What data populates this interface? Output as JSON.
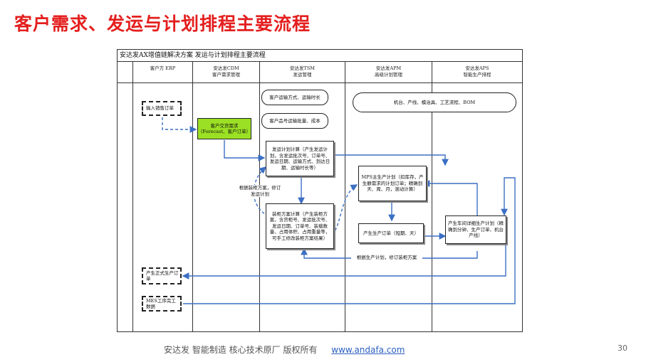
{
  "title": "客户需求、发运与计划排程主要流程",
  "diagram": {
    "frame_title": "安达发AX增值链解决方案  发运与计划排程主要流程",
    "lanes": [
      {
        "name": "客户方 ERP",
        "sub": ""
      },
      {
        "name": "安达发CDM",
        "sub": "客户需求管理"
      },
      {
        "name": "安达发TSM",
        "sub": "发运管理"
      },
      {
        "name": "安达发APM",
        "sub": "高级计划管理"
      },
      {
        "name": "安达发APS",
        "sub": "智能生产排程"
      }
    ],
    "nodes": {
      "sales_order": "输入销售订单",
      "customer_demand": "客户交货需求（Forecast、客户订单）",
      "transport_mode": "客户运输方式、运输时长",
      "product_qty": "客户品号运输批量、成本",
      "master_data": "机台、产线、模治具、工艺流程、BOM",
      "shipping_plan": "发运计划计算（产生发运计划，含发运批次号、订单号、发运日期、运输方式、到达日期、运输时长等）",
      "loading_plan": "装柜方案计算（产生装柜方案，含货柜号、发运批次号、发运日期、订单号、装载数量、占用体积、占用重量等，可手工修改装柜方案结果）",
      "mps": "MPS主生产计划（扣库存，产生静需求的计划订单；精确到天、周、月，滚动计算）",
      "prod_order": "产生生产订单（短期、天）",
      "aps_plan": "产生车间详细生产计划（精确到分钟、生产订单、机台产线）",
      "formal_order": "产生正式生产订单",
      "mes_data": "MES工序完工数据"
    },
    "edge_labels": {
      "adjust_loading": "根据装柜方案，修订发运计划",
      "adjust_by_plan": "根据生产计划，修订装柜方案"
    }
  },
  "footer": {
    "text": "安达发   智能制造 核心技术原厂   版权所有",
    "url": "www.andafa.com"
  },
  "page_number": "30",
  "colors": {
    "title": "#e41e1e",
    "arrow": "#3b6fc4",
    "highlight": "#9be024"
  }
}
